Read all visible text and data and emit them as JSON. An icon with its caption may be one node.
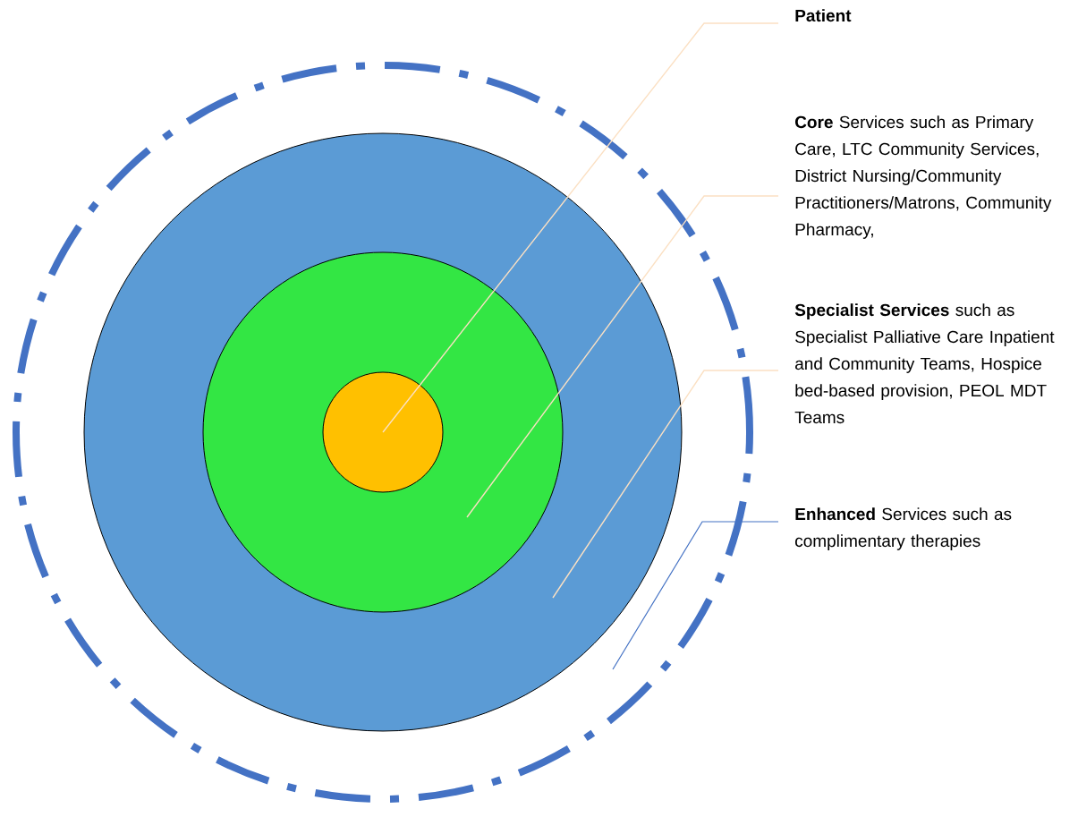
{
  "diagram": {
    "nodes": [
      {
        "text": [],
        "shape": "circle"
      },
      {
        "text": [],
        "shape": "circle",
        "in": 0
      },
      {
        "text": [],
        "shape": "circle",
        "in": 1
      },
      {
        "text": [],
        "shape": "circle",
        "in": 2
      },
      {
        "text": [
          "Patient"
        ]
      },
      {
        "text": [
          "**Core** Services such as Primary Care, LTC Community Services, District Nursing/Community Practitioners/Matrons, Community Pharmacy,"
        ]
      },
      {
        "text": [
          "**Specialist Services** such as Specialist Palliative Care Inpatient and Community Teams, Hospice bed-based provision, PEOL MDT Teams"
        ]
      },
      {
        "text": [
          "**Enhanced** Services such as complimentary therapies"
        ]
      }
    ],
    "edges": [
      {
        "from": 4,
        "to": 3,
        "arrow": "none"
      },
      {
        "from": 5,
        "to": 2,
        "arrow": "none"
      },
      {
        "from": 6,
        "to": 1,
        "arrow": "none"
      },
      {
        "from": 7,
        "to": 0,
        "arrow": "none",
        "color": "#4472c4"
      }
    ]
  }
}
